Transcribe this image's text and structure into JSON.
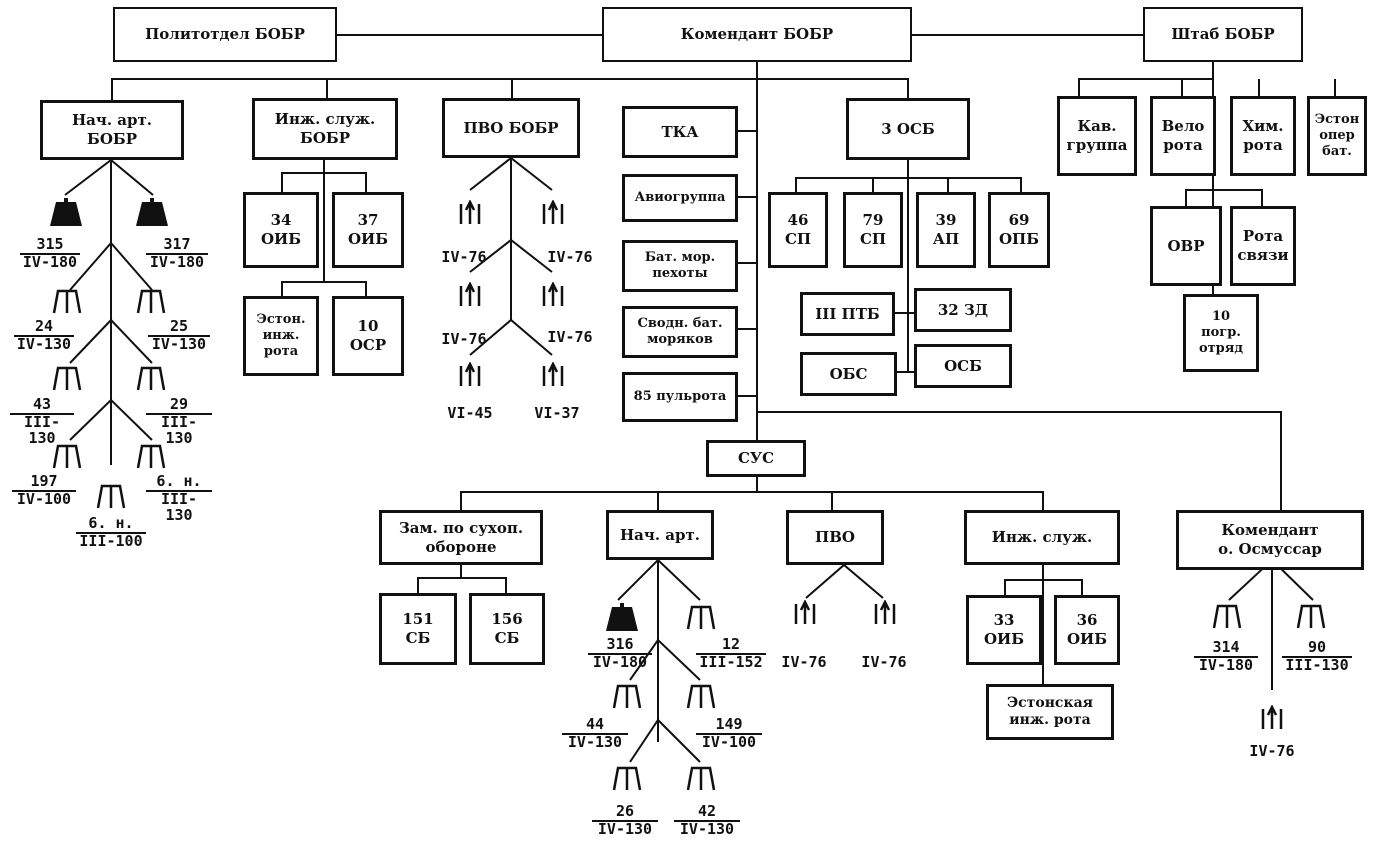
{
  "top": {
    "commandant": "Комендант БОБР",
    "politotdel": "Политотдел БОБР",
    "staff": "Штаб БОБР"
  },
  "artillery": {
    "title": "Нач. арт.\nБОБР",
    "units": [
      {
        "num": "315",
        "den": "IV-180"
      },
      {
        "num": "317",
        "den": "IV-180"
      },
      {
        "num": "24",
        "den": "IV-130"
      },
      {
        "num": "25",
        "den": "IV-130"
      },
      {
        "num": "43",
        "den": "III-130"
      },
      {
        "num": "29",
        "den": "III-130"
      },
      {
        "num": "197",
        "den": "IV-100"
      },
      {
        "num": "6. н.",
        "den": "III-130"
      },
      {
        "num": "6. н.",
        "den": "III-100"
      }
    ]
  },
  "engineers": {
    "title": "Инж. служ.\nБОБР",
    "units": [
      "34\nОИБ",
      "37\nОИБ",
      "Эстон.\nинж.\nрота",
      "10\nОСР"
    ]
  },
  "air_defense": {
    "title": "ПВО БОБР",
    "labels": [
      "IV-76",
      "IV-76",
      "IV-76",
      "IV-76",
      "VI-45",
      "VI-37"
    ]
  },
  "column": {
    "items": [
      "ТКА",
      "Авиогруппа",
      "Бат. мор.\nпехоты",
      "Сводн. бат.\nморяков",
      "85 пульрота"
    ]
  },
  "osb3": {
    "title": "3 ОСБ",
    "units": [
      "46\nСП",
      "79\nСП",
      "39\nАП",
      "69\nОПБ"
    ],
    "extra": [
      "III ПТБ",
      "32 ЗД",
      "ОБС",
      "ОСБ"
    ]
  },
  "staff_units": {
    "units": [
      "Кав.\nгруппа",
      "Вело\nрота",
      "Хим.\nрота",
      "Эстон\nопер\nбат."
    ],
    "sub": [
      "ОВР",
      "Рота\nсвязи"
    ],
    "border": "10\nпогр.\nотряд"
  },
  "sus": {
    "title": "СУС",
    "ground_defense": "Зам. по сухоп.\nобороне",
    "gd_units": [
      "151\nСБ",
      "156\nСБ"
    ],
    "art_title": "Нач. арт.",
    "art_units": [
      {
        "num": "316",
        "den": "IV-180"
      },
      {
        "num": "12",
        "den": "III-152"
      },
      {
        "num": "44",
        "den": "IV-130"
      },
      {
        "num": "149",
        "den": "IV-100"
      },
      {
        "num": "26",
        "den": "IV-130"
      },
      {
        "num": "42",
        "den": "IV-130"
      }
    ],
    "pvo_title": "ПВО",
    "pvo_labels": [
      "IV-76",
      "IV-76"
    ],
    "eng_title": "Инж. служ.",
    "eng_units": [
      "33\nОИБ",
      "36\nОИБ"
    ],
    "eng_rota": "Эстонская\nинж. рота",
    "osm_title": "Комендант\nо. Осмуссар",
    "osm_units": [
      {
        "num": "314",
        "den": "IV-180"
      },
      {
        "num": "90",
        "den": "III-130"
      }
    ],
    "osm_aa": "IV-76"
  }
}
